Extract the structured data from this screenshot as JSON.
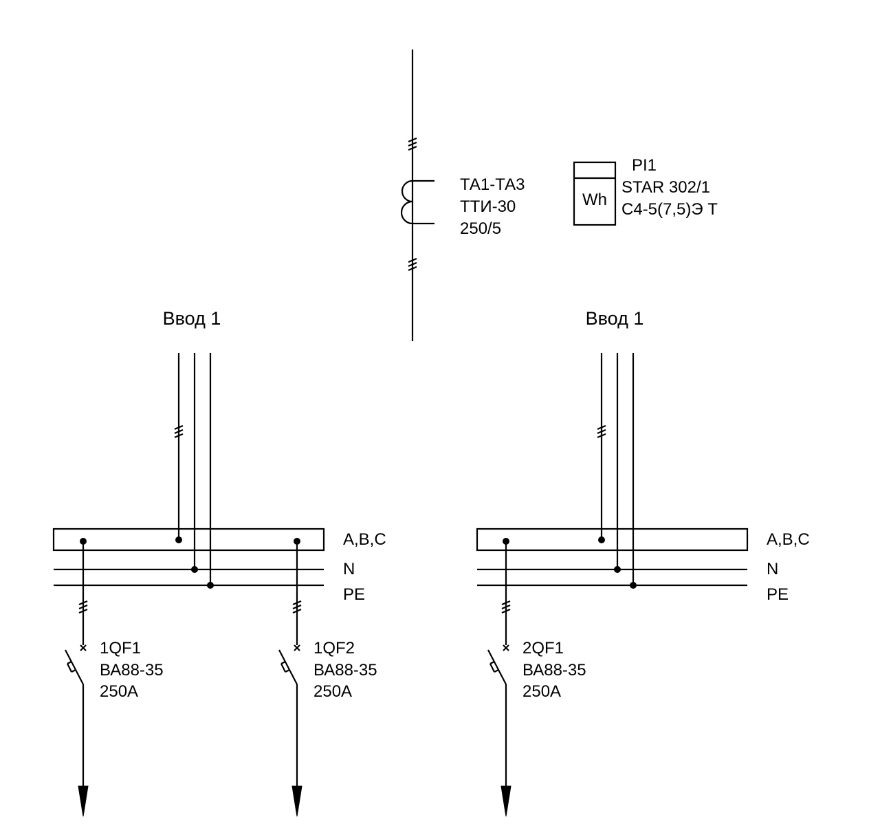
{
  "transformer": {
    "labels": [
      "ТА1-ТА3",
      "ТТИ-30",
      "250/5"
    ]
  },
  "meter": {
    "symbol": "Wh",
    "labels": [
      "PI1",
      "STAR 302/1",
      "C4-5(7,5)Э Т"
    ]
  },
  "inputs": [
    {
      "title": "Ввод 1"
    },
    {
      "title": "Ввод 1"
    }
  ],
  "bus_labels": {
    "phases": "A,B,C",
    "neutral": "N",
    "protective_earth": "PE"
  },
  "breakers": [
    {
      "id": "1QF1",
      "model": "ВА88-35",
      "rating": "250A"
    },
    {
      "id": "1QF2",
      "model": "ВА88-35",
      "rating": "250A"
    },
    {
      "id": "2QF1",
      "model": "ВА88-35",
      "rating": "250A"
    }
  ]
}
